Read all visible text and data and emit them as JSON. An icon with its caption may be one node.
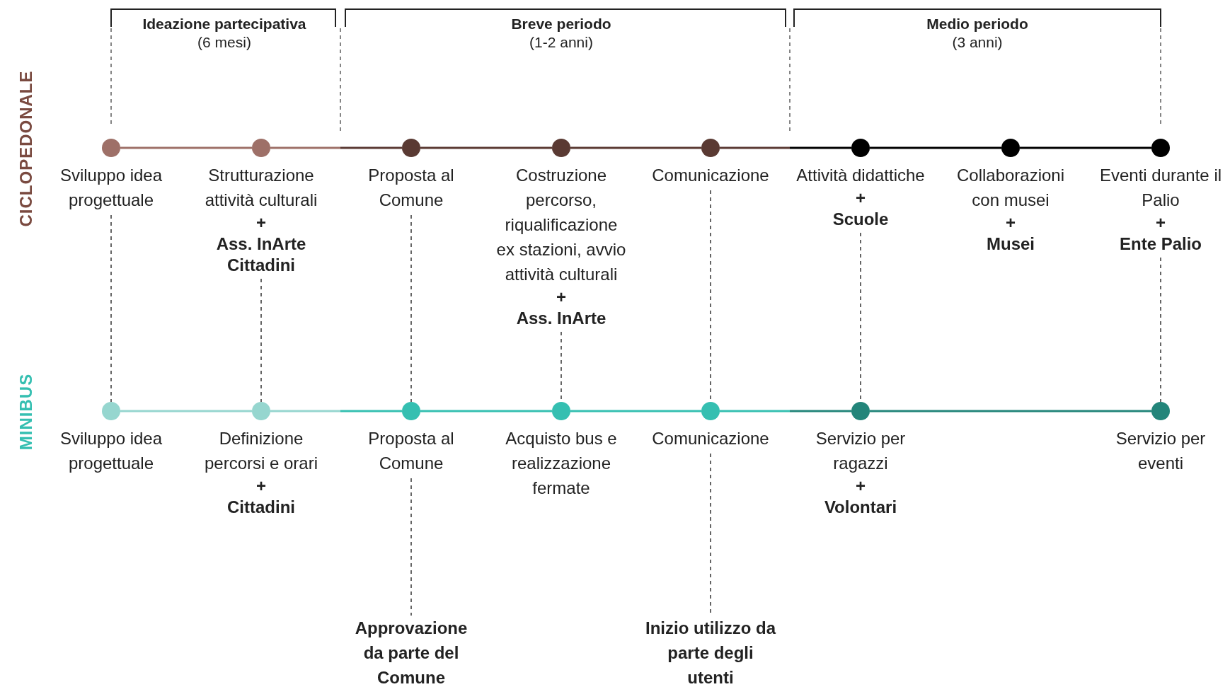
{
  "diagram": {
    "nodes": [
      {
        "text": [],
        "shape": "circle",
        "beside": [
          "Sviluppo idea progettuale"
        ]
      },
      {
        "text": [],
        "shape": "circle",
        "beside": [
          "Strutturazione attività culturali",
          "+",
          "Ass. InArte",
          "Cittadini"
        ]
      },
      {
        "text": [],
        "shape": "circle",
        "beside": [
          "Proposta al Comune"
        ]
      },
      {
        "text": [],
        "shape": "circle",
        "beside": [
          "Costruzione percorso, riqualificazione ex stazioni, avvio attività culturali",
          "+",
          "Ass. InArte"
        ]
      },
      {
        "text": [],
        "shape": "circle",
        "beside": [
          "Comunicazione"
        ]
      },
      {
        "text": [],
        "shape": "circle",
        "beside": [
          "Attività didattiche",
          "+",
          "Scuole"
        ]
      },
      {
        "text": [],
        "shape": "circle",
        "beside": [
          "Collaborazioni con musei",
          "+",
          "Musei"
        ]
      },
      {
        "text": [],
        "shape": "circle",
        "beside": [
          "Eventi durante il Palio",
          "+",
          "Ente Palio"
        ]
      },
      {
        "text": [],
        "shape": "circle",
        "beside": [
          "Sviluppo idea progettuale"
        ]
      },
      {
        "text": [],
        "shape": "circle",
        "beside": [
          "Definizione percorsi e orari",
          "+",
          "Cittadini"
        ]
      },
      {
        "text": [],
        "shape": "circle",
        "beside": [
          "Proposta al Comune"
        ]
      },
      {
        "text": [],
        "shape": "circle",
        "beside": [
          "Acquisto bus e realizzazione fermate"
        ]
      },
      {
        "text": [],
        "shape": "circle",
        "beside": [
          "Comunicazione"
        ]
      },
      {
        "text": [],
        "shape": "circle",
        "beside": [
          "Servizio per ragazzi",
          "+",
          "Volontari"
        ]
      },
      {
        "text": [],
        "shape": "circle",
        "beside": [
          "Servizio per eventi"
        ]
      },
      {
        "text": [
          "Approvazione da parte del Comune"
        ]
      },
      {
        "text": [
          "Inizio utilizzo da parte degli utenti"
        ]
      }
    ],
    "edges": [
      {
        "from": 0,
        "to": 1,
        "arrow": "none",
        "color": "#9e7068"
      },
      {
        "from": 1,
        "to": 2,
        "arrow": "none",
        "color": "#9e7068"
      },
      {
        "from": 2,
        "to": 3,
        "arrow": "none",
        "color": "#5a3a33"
      },
      {
        "from": 3,
        "to": 4,
        "arrow": "none",
        "color": "#5a3a33"
      },
      {
        "from": 4,
        "to": 5,
        "arrow": "none",
        "color": "#5a3a33"
      },
      {
        "from": 5,
        "to": 6,
        "arrow": "none",
        "color": "#000000"
      },
      {
        "from": 6,
        "to": 7,
        "arrow": "none",
        "color": "#000000"
      },
      {
        "from": 8,
        "to": 9,
        "arrow": "none",
        "color": "#96d6cf"
      },
      {
        "from": 9,
        "to": 10,
        "arrow": "none",
        "color": "#96d6cf"
      },
      {
        "from": 10,
        "to": 11,
        "arrow": "none",
        "color": "#35bfb1"
      },
      {
        "from": 11,
        "to": 12,
        "arrow": "none",
        "color": "#35bfb1"
      },
      {
        "from": 12,
        "to": 13,
        "arrow": "none",
        "color": "#35bfb1"
      },
      {
        "from": 13,
        "to": 14,
        "arrow": "none",
        "color": "#23857a"
      },
      {
        "from": 0,
        "to": 8,
        "arrow": "none",
        "style": "dashed",
        "color": "#333333"
      },
      {
        "from": 1,
        "to": 9,
        "arrow": "none",
        "style": "dashed",
        "color": "#333333"
      },
      {
        "from": 2,
        "to": 10,
        "arrow": "none",
        "style": "dashed",
        "color": "#333333"
      },
      {
        "from": 3,
        "to": 11,
        "arrow": "none",
        "style": "dashed",
        "color": "#333333"
      },
      {
        "from": 4,
        "to": 12,
        "arrow": "none",
        "style": "dashed",
        "color": "#333333"
      },
      {
        "from": 5,
        "to": 13,
        "arrow": "none",
        "style": "dashed",
        "color": "#333333"
      },
      {
        "from": 7,
        "to": 14,
        "arrow": "none",
        "style": "dashed",
        "color": "#333333"
      },
      {
        "from": 10,
        "to": 15,
        "arrow": "none",
        "style": "dashed",
        "color": "#333333"
      },
      {
        "from": 12,
        "to": 16,
        "arrow": "none",
        "style": "dashed",
        "color": "#333333"
      }
    ],
    "labels": [
      "Ideazione partecipativa",
      "(6 mesi)",
      "Breve periodo",
      "(1-2 anni)",
      "Medio periodo",
      "(3 anni)",
      "CICLOPEDONALE",
      "MINIBUS"
    ]
  }
}
